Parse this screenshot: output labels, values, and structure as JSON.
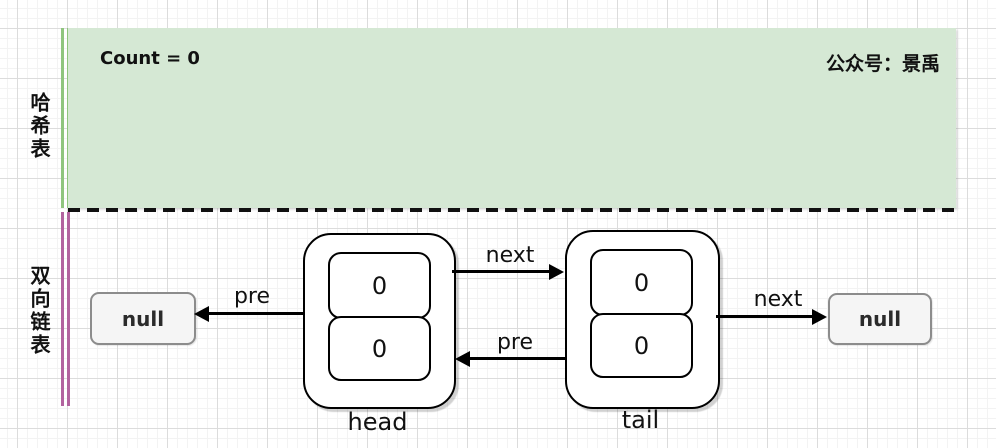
{
  "watermark": "公众号：景禹",
  "sections": {
    "hash": {
      "label": "哈希表",
      "count_text": "Count = 0",
      "panel_fill": "#d5e8d4",
      "rail_color": "#8fc57e"
    },
    "list": {
      "label": "双向链表",
      "rail_color": "#b2639f"
    }
  },
  "diagram": {
    "null_left": {
      "label": "null"
    },
    "null_right": {
      "label": "null"
    },
    "head": {
      "caption": "head",
      "cells": [
        "0",
        "0"
      ]
    },
    "tail": {
      "caption": "tail",
      "cells": [
        "0",
        "0"
      ]
    },
    "edges": {
      "head_pre": {
        "label": "pre"
      },
      "head_next": {
        "label": "next"
      },
      "tail_pre": {
        "label": "pre"
      },
      "tail_next": {
        "label": "next"
      }
    }
  }
}
